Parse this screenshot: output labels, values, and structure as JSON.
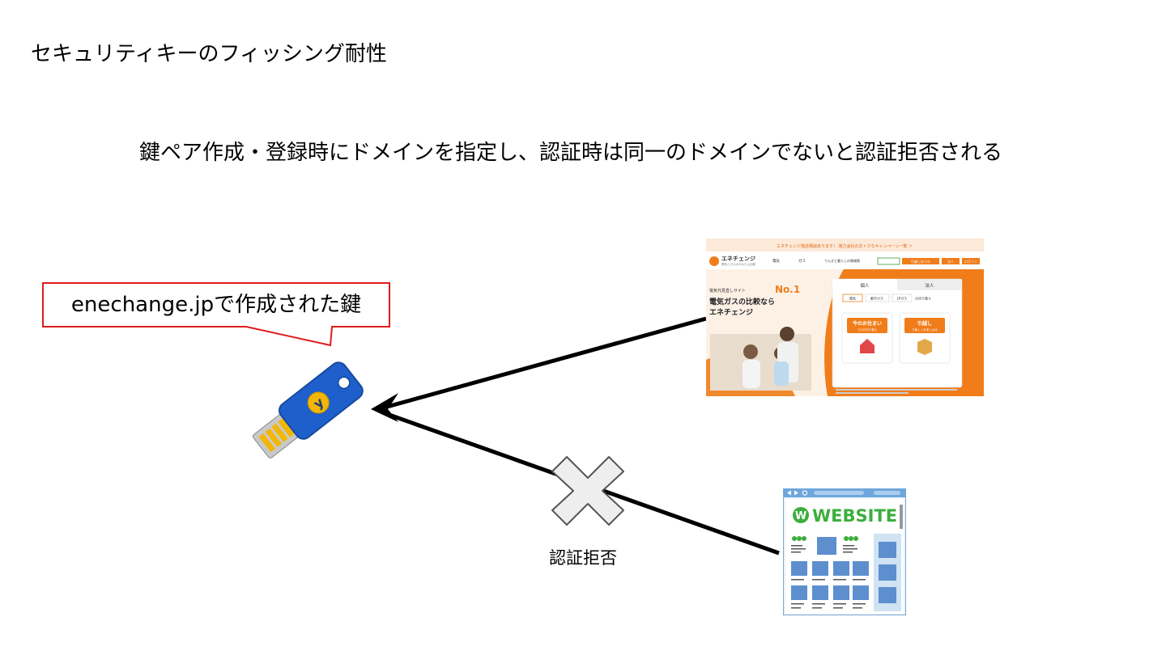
{
  "title": "セキュリティキーのフィッシング耐性",
  "subtitle": "鍵ペア作成・登録時にドメインを指定し、認証時は同一のドメインでないと認証拒否される",
  "callout": {
    "text": "enechange.jpで作成された鍵"
  },
  "reject_label": "認証拒否",
  "security_key": {
    "logo_letter": "y"
  },
  "enechange_site": {
    "banner": "エネチェンジ電話相談あります！ 電力会社のおトクなキャンペーン一覧 ＞",
    "logo_name": "エネチェンジ",
    "logo_tagline": "電気とガスのかんたん比較",
    "nav": [
      "電気",
      "ガス",
      "でんきと暮らしの情報館"
    ],
    "hero_line1": "電気代見直しサイト",
    "hero_no1": "No.1",
    "hero_line2": "電気ガスの比較なら",
    "hero_line3": "エネチェンジ",
    "tabs": [
      "個人",
      "法人"
    ],
    "options": [
      "電気",
      "都市ガス",
      "LPガス",
      "の切り替え"
    ],
    "card1_title": "今のお住まい",
    "card1_sub": "でのお切り替え",
    "card2_title": "引越し",
    "card2_sub": "で新しくお申し込み",
    "btn_1": "引越し先での",
    "btn_2": "法人",
    "btn_3": "ログイン"
  },
  "generic_site": {
    "logo_letter": "W",
    "title": "WEBSITE"
  },
  "colors": {
    "arrow": "#000000",
    "callout_border": "#e01b1b",
    "cross_fill": "#eeeeee",
    "key_blue": "#1f5fcc",
    "key_gold": "#f2b705",
    "enechange_orange": "#f07d1a",
    "website_green": "#3cae3c",
    "website_blue": "#6fa6dc"
  }
}
